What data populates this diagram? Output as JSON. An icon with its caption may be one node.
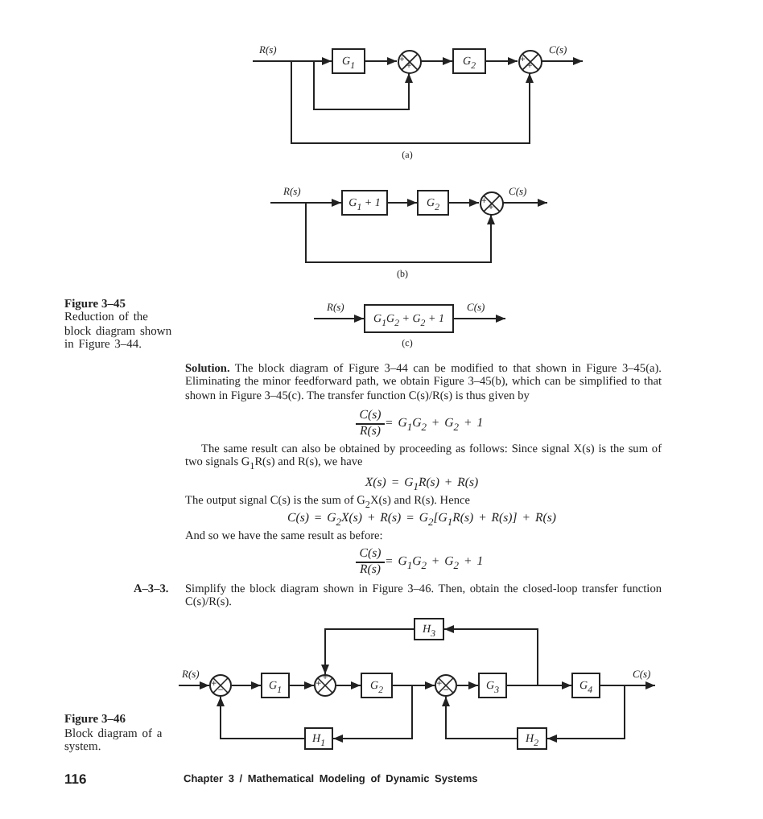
{
  "diagram": {
    "nodes": [
      {
        "text": [
          "G$_{1}$"
        ]
      },
      {
        "text": [
          "+",
          "+"
        ]
      },
      {
        "text": [
          "G$_{2}$"
        ]
      },
      {
        "text": [
          "+",
          "+"
        ]
      },
      {
        "text": [
          "G$_{1}$ + 1"
        ]
      },
      {
        "text": [
          "G$_{2}$"
        ]
      },
      {
        "text": [
          "+",
          "+"
        ]
      },
      {
        "text": [
          "G$_{1}$G$_{2}$ + G$_{2}$ + 1"
        ]
      },
      {
        "text": [
          "H$_{3}$"
        ]
      },
      {
        "text": [
          "+",
          "−"
        ]
      },
      {
        "text": [
          "G$_{1}$"
        ]
      },
      {
        "text": [
          "+",
          "+"
        ]
      },
      {
        "text": [
          "G$_{2}$"
        ]
      },
      {
        "text": [
          "+",
          "−"
        ]
      },
      {
        "text": [
          "G$_{3}$"
        ]
      },
      {
        "text": [
          "G$_{4}$"
        ]
      },
      {
        "text": [
          "H$_{1}$"
        ]
      },
      {
        "text": [
          "H$_{2}$"
        ]
      }
    ],
    "edges": [
      {
        "from": null,
        "to": 0,
        "arrow": "to",
        "label": "R(s)"
      },
      {
        "from": null,
        "to": 1,
        "arrow": "to"
      },
      {
        "from": null,
        "to": 3,
        "arrow": "to"
      },
      {
        "from": 0,
        "to": 1,
        "arrow": "to"
      },
      {
        "from": 1,
        "to": 2,
        "arrow": "to"
      },
      {
        "from": 2,
        "to": 3,
        "arrow": "to"
      },
      {
        "from": 3,
        "to": null,
        "arrow": "to",
        "label": "C(s)"
      },
      {
        "from": null,
        "to": 4,
        "arrow": "to",
        "label": "R(s)"
      },
      {
        "from": null,
        "to": 6,
        "arrow": "to"
      },
      {
        "from": 4,
        "to": 5,
        "arrow": "to"
      },
      {
        "from": 5,
        "to": 6,
        "arrow": "to"
      },
      {
        "from": 6,
        "to": null,
        "arrow": "to",
        "label": "C(s)"
      },
      {
        "from": null,
        "to": 7,
        "arrow": "to",
        "label": "R(s)"
      },
      {
        "from": 7,
        "to": null,
        "arrow": "to",
        "label": "C(s)"
      },
      {
        "from": null,
        "to": 9,
        "arrow": "to",
        "label": "R(s)"
      },
      {
        "from": 9,
        "to": 10,
        "arrow": "to"
      },
      {
        "from": 10,
        "to": 11,
        "arrow": "to"
      },
      {
        "from": 11,
        "to": 12,
        "arrow": "to"
      },
      {
        "from": 12,
        "to": 13,
        "arrow": "to"
      },
      {
        "from": 12,
        "to": 16,
        "arrow": "to"
      },
      {
        "from": 16,
        "to": 9,
        "arrow": "to"
      },
      {
        "from": 13,
        "to": 14,
        "arrow": "to"
      },
      {
        "from": 14,
        "to": 15,
        "arrow": "to"
      },
      {
        "from": 14,
        "to": 8,
        "arrow": "to"
      },
      {
        "from": 8,
        "to": 11,
        "arrow": "to"
      },
      {
        "from": 15,
        "to": null,
        "arrow": "to",
        "label": "C(s)"
      },
      {
        "from": 15,
        "to": 17,
        "arrow": "to"
      },
      {
        "from": 17,
        "to": 13,
        "arrow": "to"
      }
    ],
    "labels": [
      "(a)",
      "(b)",
      "**Figure 3–45** Reduction of the block diagram shown in Figure 3–44.",
      "(c)",
      "**Solution.** The block diagram of Figure 3–44 can be modified to that shown in Figure 3–45(a). Eliminating the minor feedforward path, we obtain Figure 3–45(b), which can be simplified to that shown in Figure 3–45(c). The transfer function C(s)/R(s) is thus given by",
      "C(s)",
      "R(s)",
      "= G$_{1}$G$_{2}$ + G$_{2}$ + 1",
      "The same result can also be obtained by proceeding as follows: Since signal X(s) is the sum of two signals G$_{1}$R(s) and R(s), we have",
      "X(s) = G$_{1}$R(s) + R(s)",
      "The output signal C(s) is the sum of G$_{2}$X(s) and R(s). Hence",
      "C(s) = G$_{2}$X(s) + R(s) = G$_{2}$[G$_{1}$R(s) + R(s)] + R(s)",
      "And so we have the same result as before:",
      "C(s)",
      "R(s)",
      "= G$_{1}$G$_{2}$ + G$_{2}$ + 1",
      "A–3–3.",
      "Simplify the block diagram shown in Figure 3–46. Then, obtain the closed-loop transfer function C(s)/R(s).",
      "**Figure 3–46** Block diagram of a system.",
      "116",
      "Chapter 3 / Mathematical Modeling of Dynamic Systems"
    ]
  }
}
